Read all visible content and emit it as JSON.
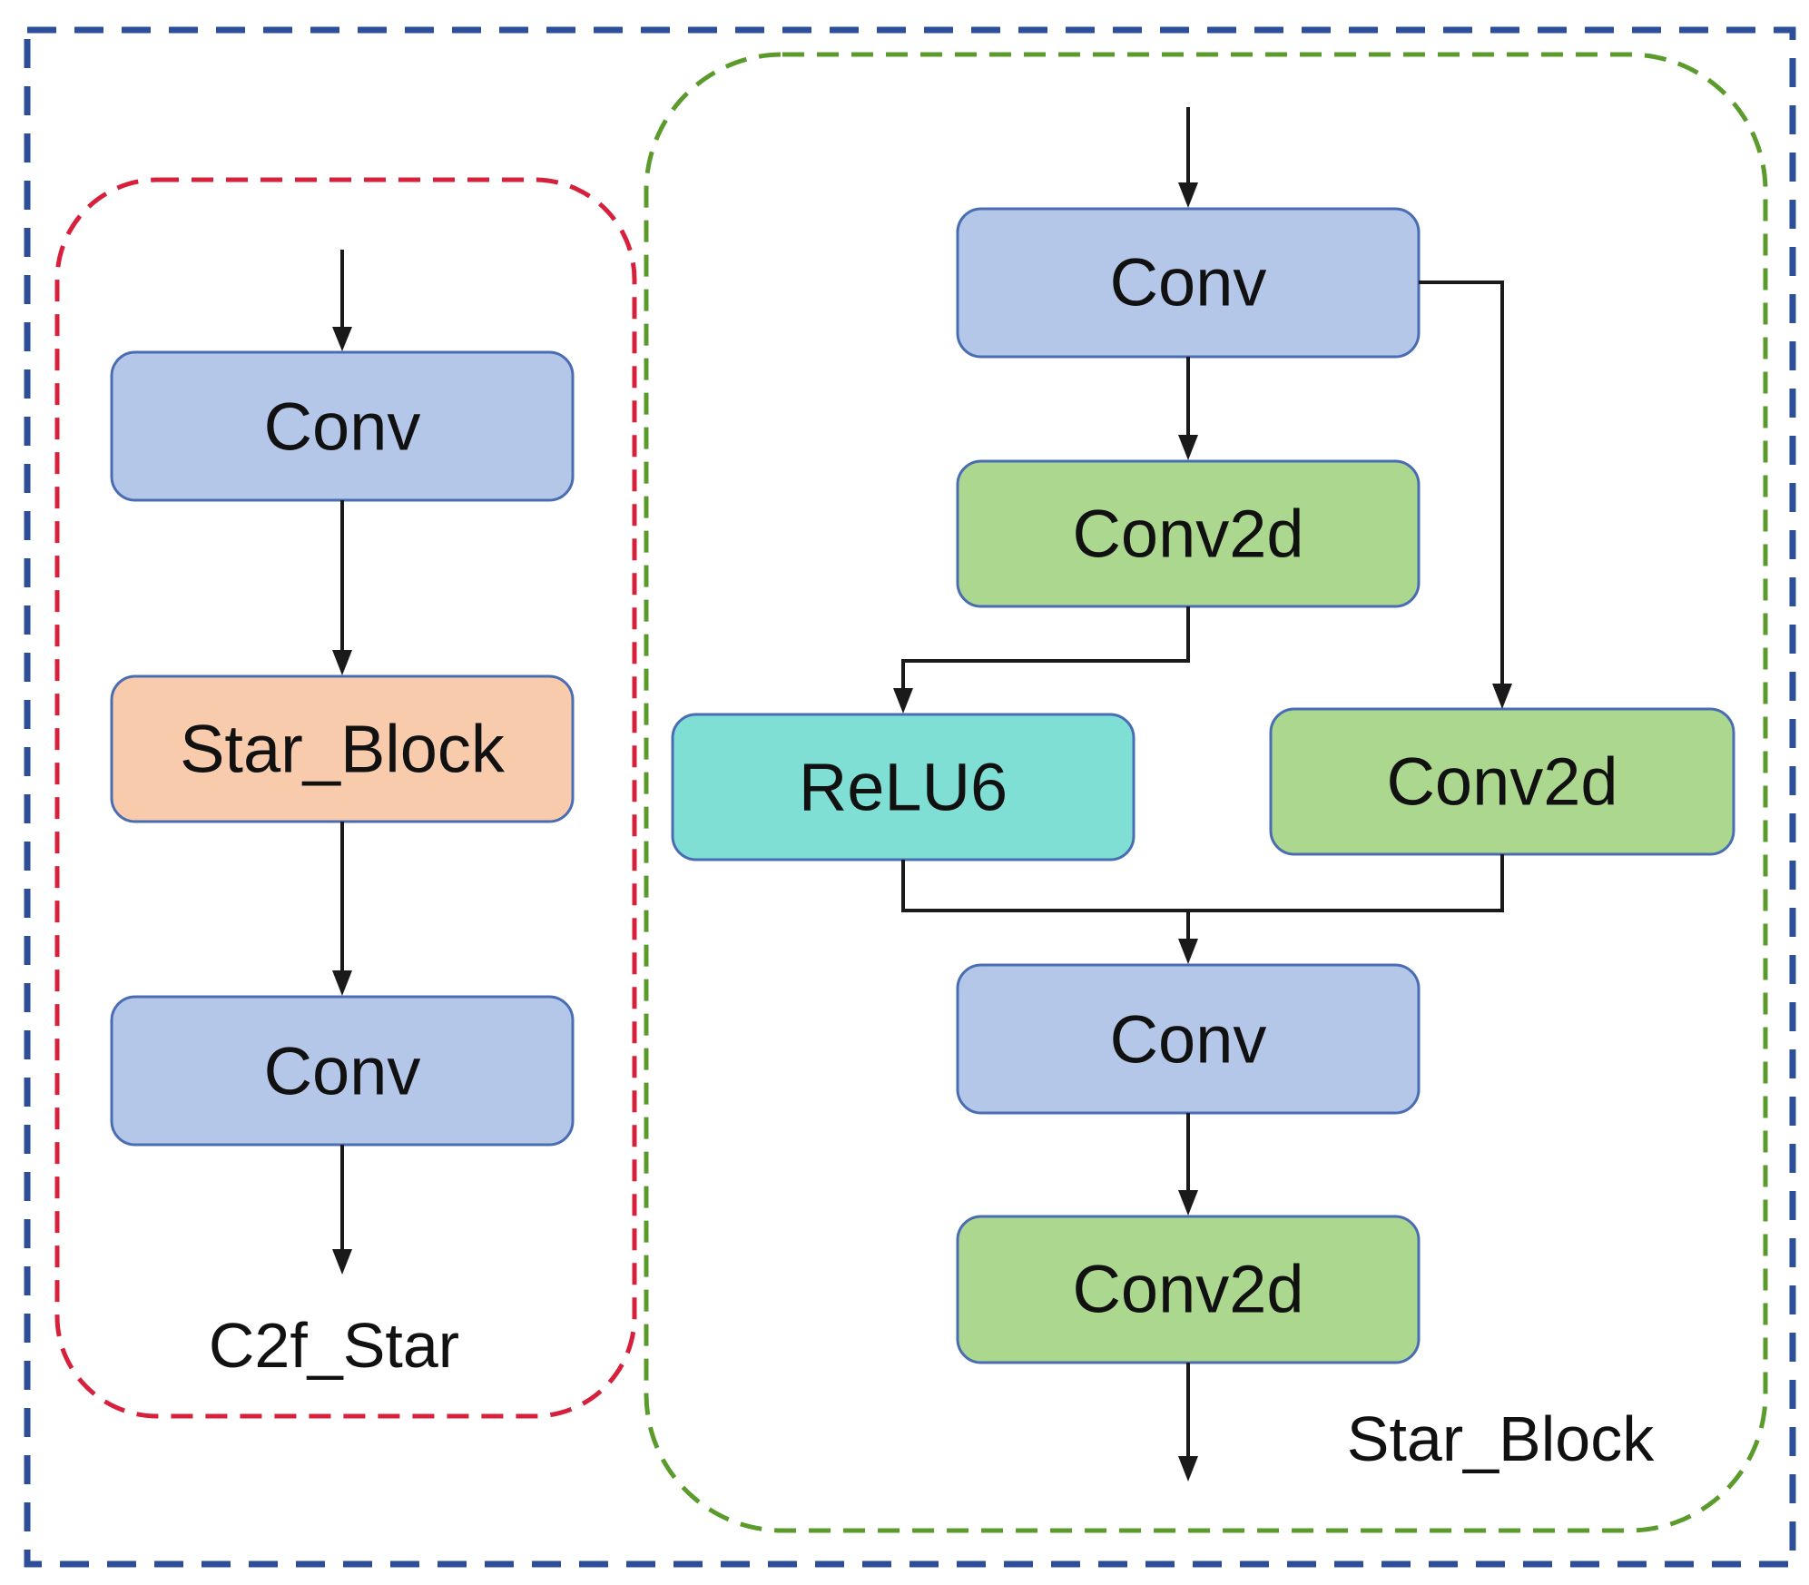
{
  "colors": {
    "outer_border": "#2d4f9a",
    "c2f_border": "#d6203c",
    "star_border": "#5b9b2c",
    "conv_fill": "#b4c7e9",
    "conv_stroke": "#4a6cb3",
    "conv2d_fill": "#acd78e",
    "conv2d_stroke": "#4a6cb3",
    "star_block_fill": "#f8cbad",
    "star_block_stroke": "#4a6cb3",
    "relu_fill": "#7fdfd5",
    "relu_stroke": "#4a6cb3",
    "arrow": "#1a1a1a",
    "text": "#111111"
  },
  "c2f_group": {
    "caption": "C2f_Star",
    "nodes": {
      "conv_top": {
        "label": "Conv",
        "kind": "conv"
      },
      "star_block": {
        "label": "Star_Block",
        "kind": "star_block"
      },
      "conv_bottom": {
        "label": "Conv",
        "kind": "conv"
      }
    }
  },
  "star_group": {
    "caption": "Star_Block",
    "nodes": {
      "conv_top": {
        "label": "Conv",
        "kind": "conv"
      },
      "conv2d_mid": {
        "label": "Conv2d",
        "kind": "conv2d"
      },
      "relu6": {
        "label": "ReLU6",
        "kind": "relu"
      },
      "conv2d_right": {
        "label": "Conv2d",
        "kind": "conv2d"
      },
      "conv_bottom": {
        "label": "Conv",
        "kind": "conv"
      },
      "conv2d_bottom": {
        "label": "Conv2d",
        "kind": "conv2d"
      }
    }
  },
  "edges": [
    {
      "from": "input",
      "to": "c2f_group.conv_top"
    },
    {
      "from": "c2f_group.conv_top",
      "to": "c2f_group.star_block"
    },
    {
      "from": "c2f_group.star_block",
      "to": "c2f_group.conv_bottom"
    },
    {
      "from": "c2f_group.conv_bottom",
      "to": "output"
    },
    {
      "from": "input",
      "to": "star_group.conv_top"
    },
    {
      "from": "star_group.conv_top",
      "to": "star_group.conv2d_mid"
    },
    {
      "from": "star_group.conv_top",
      "to": "star_group.conv2d_right"
    },
    {
      "from": "star_group.conv2d_mid",
      "to": "star_group.relu6"
    },
    {
      "from": "star_group.relu6",
      "to": "star_group.conv_bottom"
    },
    {
      "from": "star_group.conv2d_right",
      "to": "star_group.conv_bottom"
    },
    {
      "from": "star_group.conv_bottom",
      "to": "star_group.conv2d_bottom"
    },
    {
      "from": "star_group.conv2d_bottom",
      "to": "output"
    }
  ]
}
